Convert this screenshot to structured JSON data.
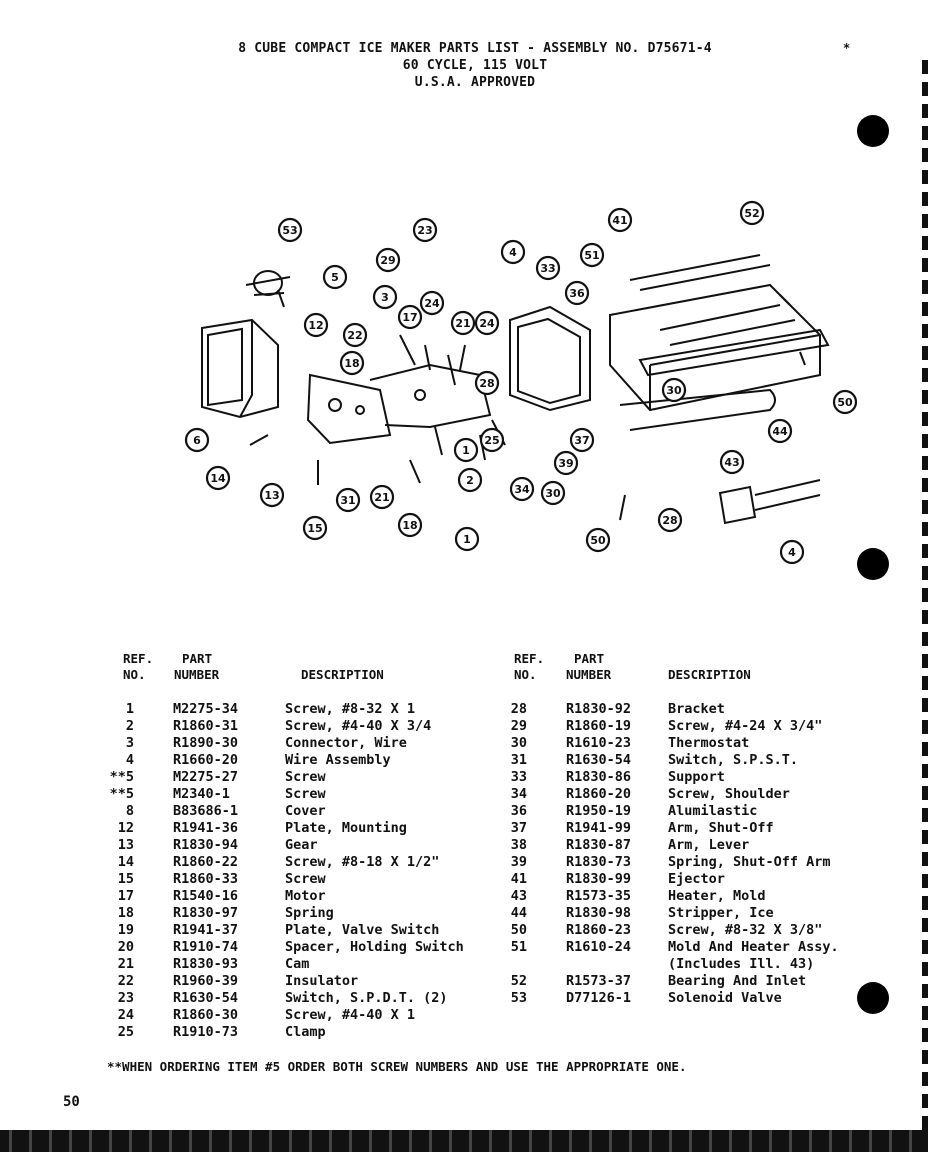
{
  "title": {
    "line1": "8 CUBE COMPACT ICE MAKER PARTS LIST - ASSEMBLY NO. D75671-4",
    "line2": "60 CYCLE, 115 VOLT",
    "line3": "U.S.A. APPROVED",
    "corner_mark": "*"
  },
  "diagram": {
    "callouts": [
      "53",
      "23",
      "29",
      "4",
      "33",
      "41",
      "52",
      "51",
      "36",
      "5",
      "3",
      "12",
      "18",
      "22",
      "17",
      "24",
      "21",
      "24",
      "28",
      "6",
      "14",
      "13",
      "15",
      "31",
      "21",
      "18",
      "1",
      "2",
      "1",
      "25",
      "34",
      "30",
      "30",
      "37",
      "39",
      "43",
      "44",
      "50",
      "50",
      "28",
      "4"
    ]
  },
  "table_headers": {
    "ref_line1": "REF.",
    "ref_line2": "NO.",
    "part_line1": "PART",
    "part_line2": "NUMBER",
    "description": "DESCRIPTION"
  },
  "parts_left": [
    {
      "ref": "1",
      "part": "M2275-34",
      "desc": "Screw, #8-32 X 1"
    },
    {
      "ref": "2",
      "part": "R1860-31",
      "desc": "Screw, #4-40 X 3/4"
    },
    {
      "ref": "3",
      "part": "R1890-30",
      "desc": "Connector, Wire"
    },
    {
      "ref": "4",
      "part": "R1660-20",
      "desc": "Wire Assembly"
    },
    {
      "ref": "**5",
      "part": "M2275-27",
      "desc": "Screw"
    },
    {
      "ref": "**5",
      "part": "M2340-1",
      "desc": "Screw"
    },
    {
      "ref": "8",
      "part": "B83686-1",
      "desc": "Cover"
    },
    {
      "ref": "12",
      "part": "R1941-36",
      "desc": "Plate, Mounting"
    },
    {
      "ref": "13",
      "part": "R1830-94",
      "desc": "Gear"
    },
    {
      "ref": "14",
      "part": "R1860-22",
      "desc": "Screw, #8-18 X 1/2\""
    },
    {
      "ref": "15",
      "part": "R1860-33",
      "desc": "Screw"
    },
    {
      "ref": "17",
      "part": "R1540-16",
      "desc": "Motor"
    },
    {
      "ref": "18",
      "part": "R1830-97",
      "desc": "Spring"
    },
    {
      "ref": "19",
      "part": "R1941-37",
      "desc": "Plate, Valve Switch"
    },
    {
      "ref": "20",
      "part": "R1910-74",
      "desc": "Spacer, Holding Switch"
    },
    {
      "ref": "21",
      "part": "R1830-93",
      "desc": "Cam"
    },
    {
      "ref": "22",
      "part": "R1960-39",
      "desc": "Insulator"
    },
    {
      "ref": "23",
      "part": "R1630-54",
      "desc": "Switch, S.P.D.T. (2)"
    },
    {
      "ref": "24",
      "part": "R1860-30",
      "desc": "Screw, #4-40 X 1"
    },
    {
      "ref": "25",
      "part": "R1910-73",
      "desc": "Clamp"
    }
  ],
  "parts_right": [
    {
      "ref": "28",
      "part": "R1830-92",
      "desc": "Bracket"
    },
    {
      "ref": "29",
      "part": "R1860-19",
      "desc": "Screw, #4-24 X 3/4\""
    },
    {
      "ref": "30",
      "part": "R1610-23",
      "desc": "Thermostat"
    },
    {
      "ref": "31",
      "part": "R1630-54",
      "desc": "Switch, S.P.S.T."
    },
    {
      "ref": "33",
      "part": "R1830-86",
      "desc": "Support"
    },
    {
      "ref": "34",
      "part": "R1860-20",
      "desc": "Screw, Shoulder"
    },
    {
      "ref": "36",
      "part": "R1950-19",
      "desc": "Alumilastic"
    },
    {
      "ref": "37",
      "part": "R1941-99",
      "desc": "Arm, Shut-Off"
    },
    {
      "ref": "38",
      "part": "R1830-87",
      "desc": "Arm, Lever"
    },
    {
      "ref": "39",
      "part": "R1830-73",
      "desc": "Spring, Shut-Off Arm"
    },
    {
      "ref": "41",
      "part": "R1830-99",
      "desc": "Ejector"
    },
    {
      "ref": "43",
      "part": "R1573-35",
      "desc": "Heater, Mold"
    },
    {
      "ref": "44",
      "part": "R1830-98",
      "desc": "Stripper, Ice"
    },
    {
      "ref": "50",
      "part": "R1860-23",
      "desc": "Screw, #8-32 X 3/8\""
    },
    {
      "ref": "51",
      "part": "R1610-24",
      "desc": "Mold And Heater Assy."
    },
    {
      "ref": "",
      "part": "",
      "desc": "(Includes Ill. 43)"
    },
    {
      "ref": "52",
      "part": "R1573-37",
      "desc": "Bearing And Inlet"
    },
    {
      "ref": "53",
      "part": "D77126-1",
      "desc": "Solenoid Valve"
    }
  ],
  "footnote": "**WHEN ORDERING ITEM #5 ORDER BOTH SCREW NUMBERS AND USE THE APPROPRIATE ONE.",
  "page_number": "50"
}
